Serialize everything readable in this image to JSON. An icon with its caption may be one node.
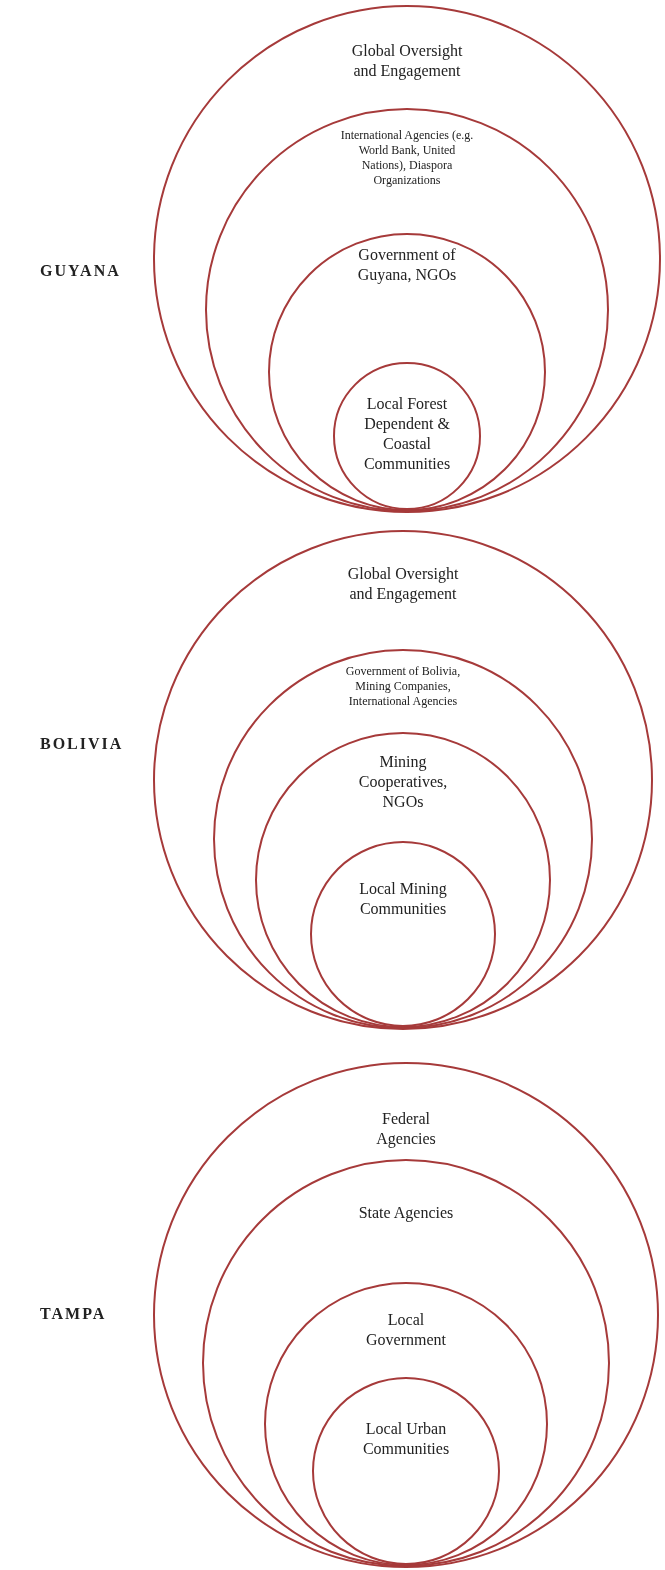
{
  "diagram": {
    "nodes": [
      {
        "text": [
          "Global Oversight and Engagement"
        ],
        "beside": [
          "GUYANA"
        ]
      },
      {
        "text": [
          "International Agencies (e.g. World Bank, United Nations), Diaspora Organizations"
        ],
        "in": 0
      },
      {
        "text": [
          "Government of Guyana, NGOs"
        ],
        "in": 1
      },
      {
        "text": [
          "Local Forest Dependent & Coastal Communities"
        ],
        "in": 2
      },
      {
        "text": [
          "Global Oversight and Engagement"
        ],
        "beside": [
          "BOLIVIA"
        ]
      },
      {
        "text": [
          "Government of Bolivia, Mining Companies, International Agencies"
        ],
        "in": 4
      },
      {
        "text": [
          "Mining Cooperatives, NGOs"
        ],
        "in": 5
      },
      {
        "text": [
          "Local Mining Communities"
        ],
        "in": 6
      },
      {
        "text": [
          "Federal Agencies"
        ],
        "beside": [
          "TAMPA"
        ]
      },
      {
        "text": [
          "State Agencies"
        ],
        "in": 8
      },
      {
        "text": [
          "Local Government"
        ],
        "in": 9
      },
      {
        "text": [
          "Local Urban Communities"
        ],
        "in": 10
      }
    ]
  }
}
